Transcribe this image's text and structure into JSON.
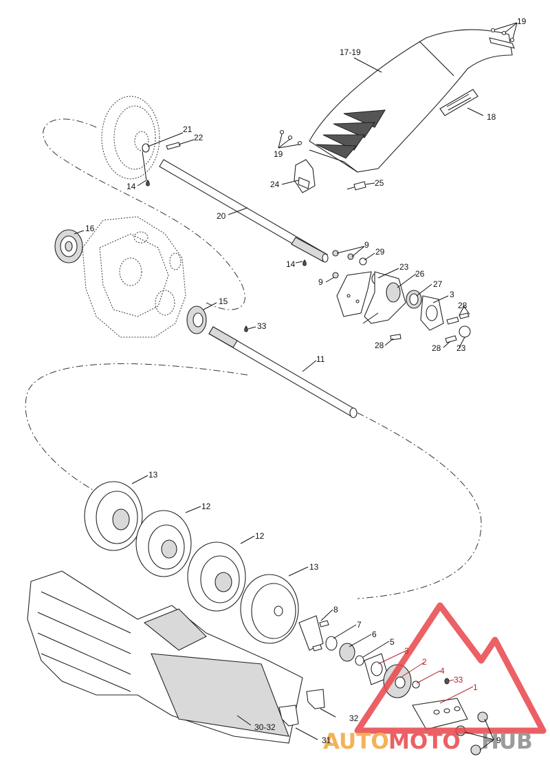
{
  "callouts": {
    "c19a": "19",
    "c17_19": "17-19",
    "c18": "18",
    "c21": "21",
    "c22": "22",
    "c19b": "19",
    "c14a": "14",
    "c24": "24",
    "c25": "25",
    "c20": "20",
    "c16": "16",
    "c9a": "9",
    "c29": "29",
    "c14b": "14",
    "c23a": "23",
    "c9b": "9",
    "c26": "26",
    "c27": "27",
    "c3a": "3",
    "c15": "15",
    "c28a": "28",
    "c33a": "33",
    "c28b": "28",
    "c28c": "28",
    "c23b": "23",
    "c11": "11",
    "c13a": "13",
    "c12a": "12",
    "c12b": "12",
    "c13b": "13",
    "c8": "8",
    "c7": "7",
    "c6": "6",
    "c5": "5",
    "c3b": "3",
    "c2": "2",
    "c4": "4",
    "c33b": "33",
    "c1": "1",
    "c32": "32",
    "c30_32": "30-32",
    "c31": "31",
    "c9c": "9"
  },
  "watermark": {
    "text_auto": "AUTO",
    "text_moto": "MOTO",
    "text_hub": "HUB",
    "color_red": "#e8454a",
    "color_orange": "#f2a53a",
    "color_gray": "#8a8a8a"
  }
}
